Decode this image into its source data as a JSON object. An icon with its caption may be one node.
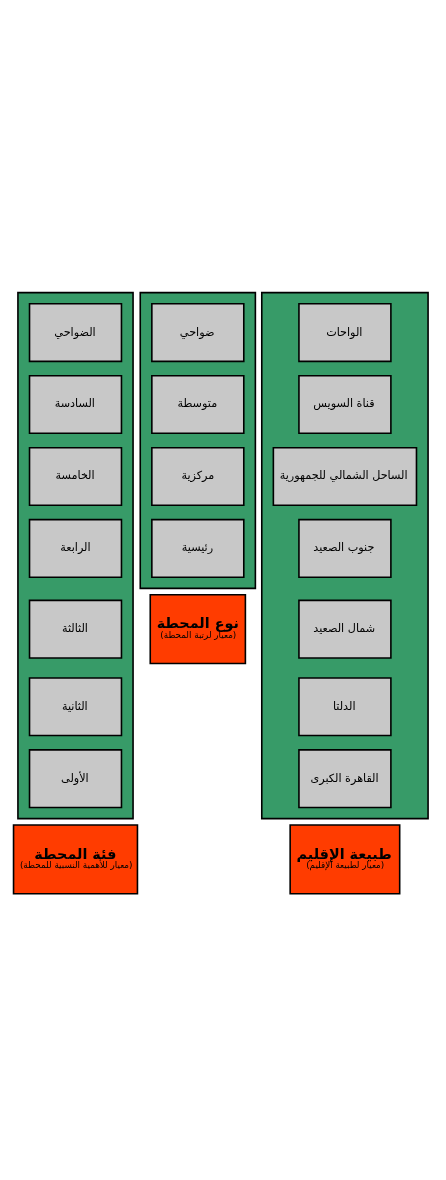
{
  "diagram": {
    "nodes": [
      {
        "text": [
          "طبيعة الإقليم",
          "(معيار لطبيعة الإقليم)"
        ]
      },
      {
        "text": [],
        "shape": "band"
      },
      {
        "text": [
          "القاهرة الكبرى"
        ],
        "in": 1
      },
      {
        "text": [
          "الدلتا"
        ],
        "in": 1
      },
      {
        "text": [
          "شمال الصعيد"
        ],
        "in": 1
      },
      {
        "text": [
          "جنوب الصعيد"
        ],
        "in": 1
      },
      {
        "text": [
          "الساحل الشمالي للجمهورية"
        ],
        "in": 1
      },
      {
        "text": [
          "قناة السويس"
        ],
        "in": 1
      },
      {
        "text": [
          "الواحات"
        ],
        "in": 1
      },
      {
        "text": [
          "نوع المحطة",
          "(معيار لرتبة المحطة)"
        ]
      },
      {
        "text": [],
        "shape": "band"
      },
      {
        "text": [
          "رئيسية"
        ],
        "in": 10
      },
      {
        "text": [
          "مركزية"
        ],
        "in": 10
      },
      {
        "text": [
          "متوسطة"
        ],
        "in": 10
      },
      {
        "text": [
          "ضواحي"
        ],
        "in": 10
      },
      {
        "text": [
          "فئة المحطة",
          "(معيار للأهمية النسبية للمحطة)"
        ]
      },
      {
        "text": [],
        "shape": "band"
      },
      {
        "text": [
          "الأولى"
        ],
        "in": 16
      },
      {
        "text": [
          "الثانية"
        ],
        "in": 16
      },
      {
        "text": [
          "الثالثة"
        ],
        "in": 16
      },
      {
        "text": [
          "الرابعة"
        ],
        "in": 16
      },
      {
        "text": [
          "الخامسة"
        ],
        "in": 16
      },
      {
        "text": [
          "السادسة"
        ],
        "in": 16
      },
      {
        "text": [
          "الضواحي"
        ],
        "in": 16
      }
    ]
  }
}
